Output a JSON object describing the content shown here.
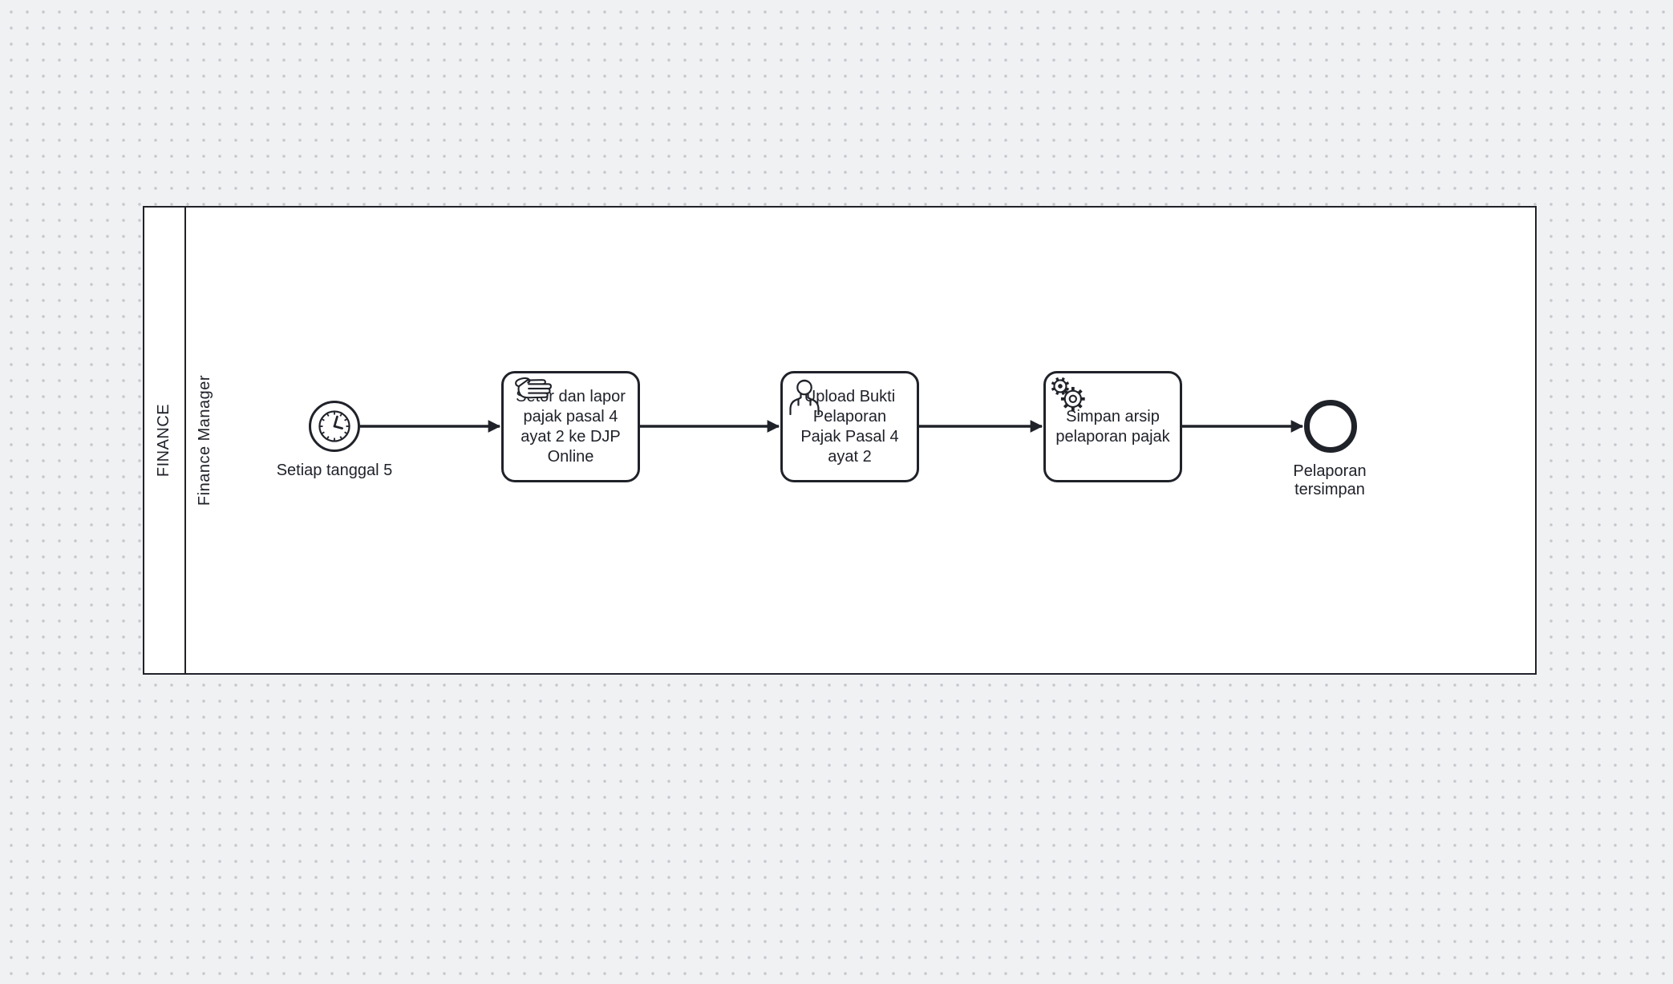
{
  "diagram": {
    "pool": {
      "label": "FINANCE"
    },
    "lane": {
      "label": "Finance Manager"
    },
    "nodes": {
      "start_event": {
        "type": "timer-start-event",
        "icon": "clock-icon",
        "label": "Setiap tanggal 5"
      },
      "task_1": {
        "type": "manual-task",
        "icon": "hand-icon",
        "label": "Setor dan lapor pajak pasal 4 ayat 2 ke DJP Online",
        "lines": [
          "Setor dan lapor",
          "pajak pasal 4",
          "ayat 2 ke DJP",
          "Online"
        ]
      },
      "task_2": {
        "type": "user-task",
        "icon": "user-icon",
        "label": "Upload Bukti Pelaporan Pajak Pasal 4 ayat 2",
        "lines": [
          "Upload Bukti",
          "Pelaporan",
          "Pajak Pasal 4",
          "ayat 2"
        ]
      },
      "task_3": {
        "type": "service-task",
        "icon": "gear-icon",
        "label": "Simpan arsip pelaporan pajak",
        "lines": [
          "Simpan arsip",
          "pelaporan pajak"
        ]
      },
      "end_event": {
        "type": "end-event",
        "label": "Pelaporan tersimpan"
      }
    },
    "flows": [
      {
        "from": "start_event",
        "to": "task_1"
      },
      {
        "from": "task_1",
        "to": "task_2"
      },
      {
        "from": "task_2",
        "to": "task_3"
      },
      {
        "from": "task_3",
        "to": "end_event"
      }
    ],
    "colors": {
      "stroke": "#20222a",
      "shape_fill": "#ffffff",
      "canvas_bg": "#eff1f3",
      "grid_dot": "#c4c7cc"
    }
  }
}
